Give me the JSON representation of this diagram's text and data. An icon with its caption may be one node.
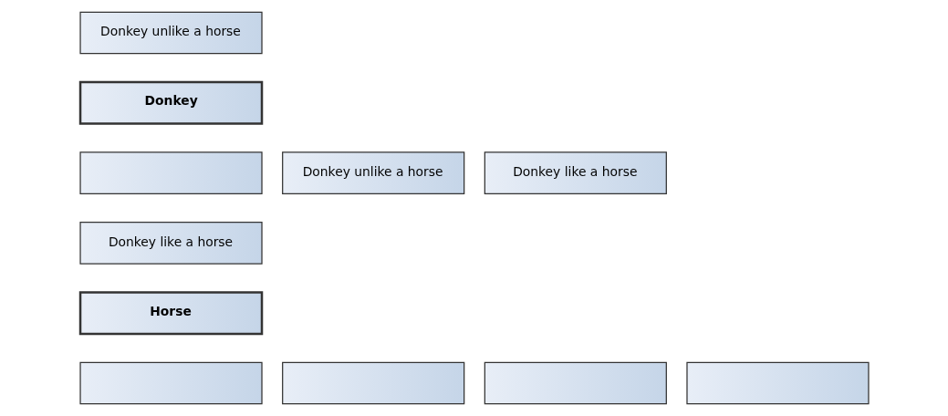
{
  "diagram": {
    "nodes": [
      {
        "text": [
          "Donkey"
        ]
      },
      {
        "text": [],
        "shape": "box"
      },
      {
        "text": [
          "Donkey unlike a horse"
        ]
      },
      {
        "text": [
          "Donkey like a horse"
        ]
      },
      {
        "text": [
          "Donkey unlike a horse"
        ]
      },
      {
        "text": [
          "Donkey like a horse"
        ]
      },
      {
        "text": [
          "Horse"
        ]
      },
      {
        "text": [],
        "shape": "box"
      },
      {
        "text": [],
        "shape": "box"
      },
      {
        "text": [],
        "shape": "box"
      },
      {
        "text": [],
        "shape": "box"
      }
    ],
    "edges": []
  }
}
